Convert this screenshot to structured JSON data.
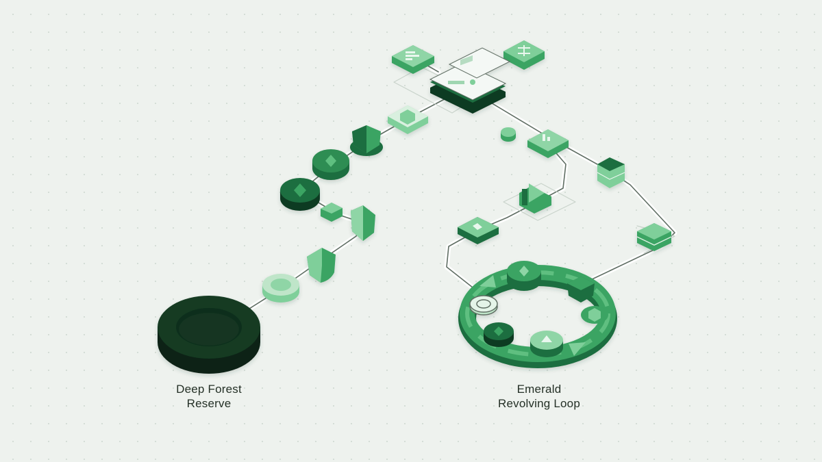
{
  "labels": {
    "left_line1": "Deep Forest",
    "left_line2": "Reserve",
    "right_line1": "Emerald",
    "right_line2": "Revolving Loop"
  },
  "colors": {
    "background": "#eef2ee",
    "dark": "#0f3a23",
    "deep": "#1f6e3f",
    "mid": "#3aa463",
    "light": "#7fcf9a",
    "pale": "#bfe5c9",
    "line": "#5f6e63"
  },
  "icons": [
    "reserve-ring-icon",
    "chip-icon",
    "shield-icon",
    "gem-coin-icon",
    "hexagon-icon",
    "bar-chart-icon",
    "flowchart-icon",
    "document-stack-icon",
    "cylinder-icon",
    "data-layers-icon",
    "play-icon",
    "loop-arrow-icon"
  ]
}
